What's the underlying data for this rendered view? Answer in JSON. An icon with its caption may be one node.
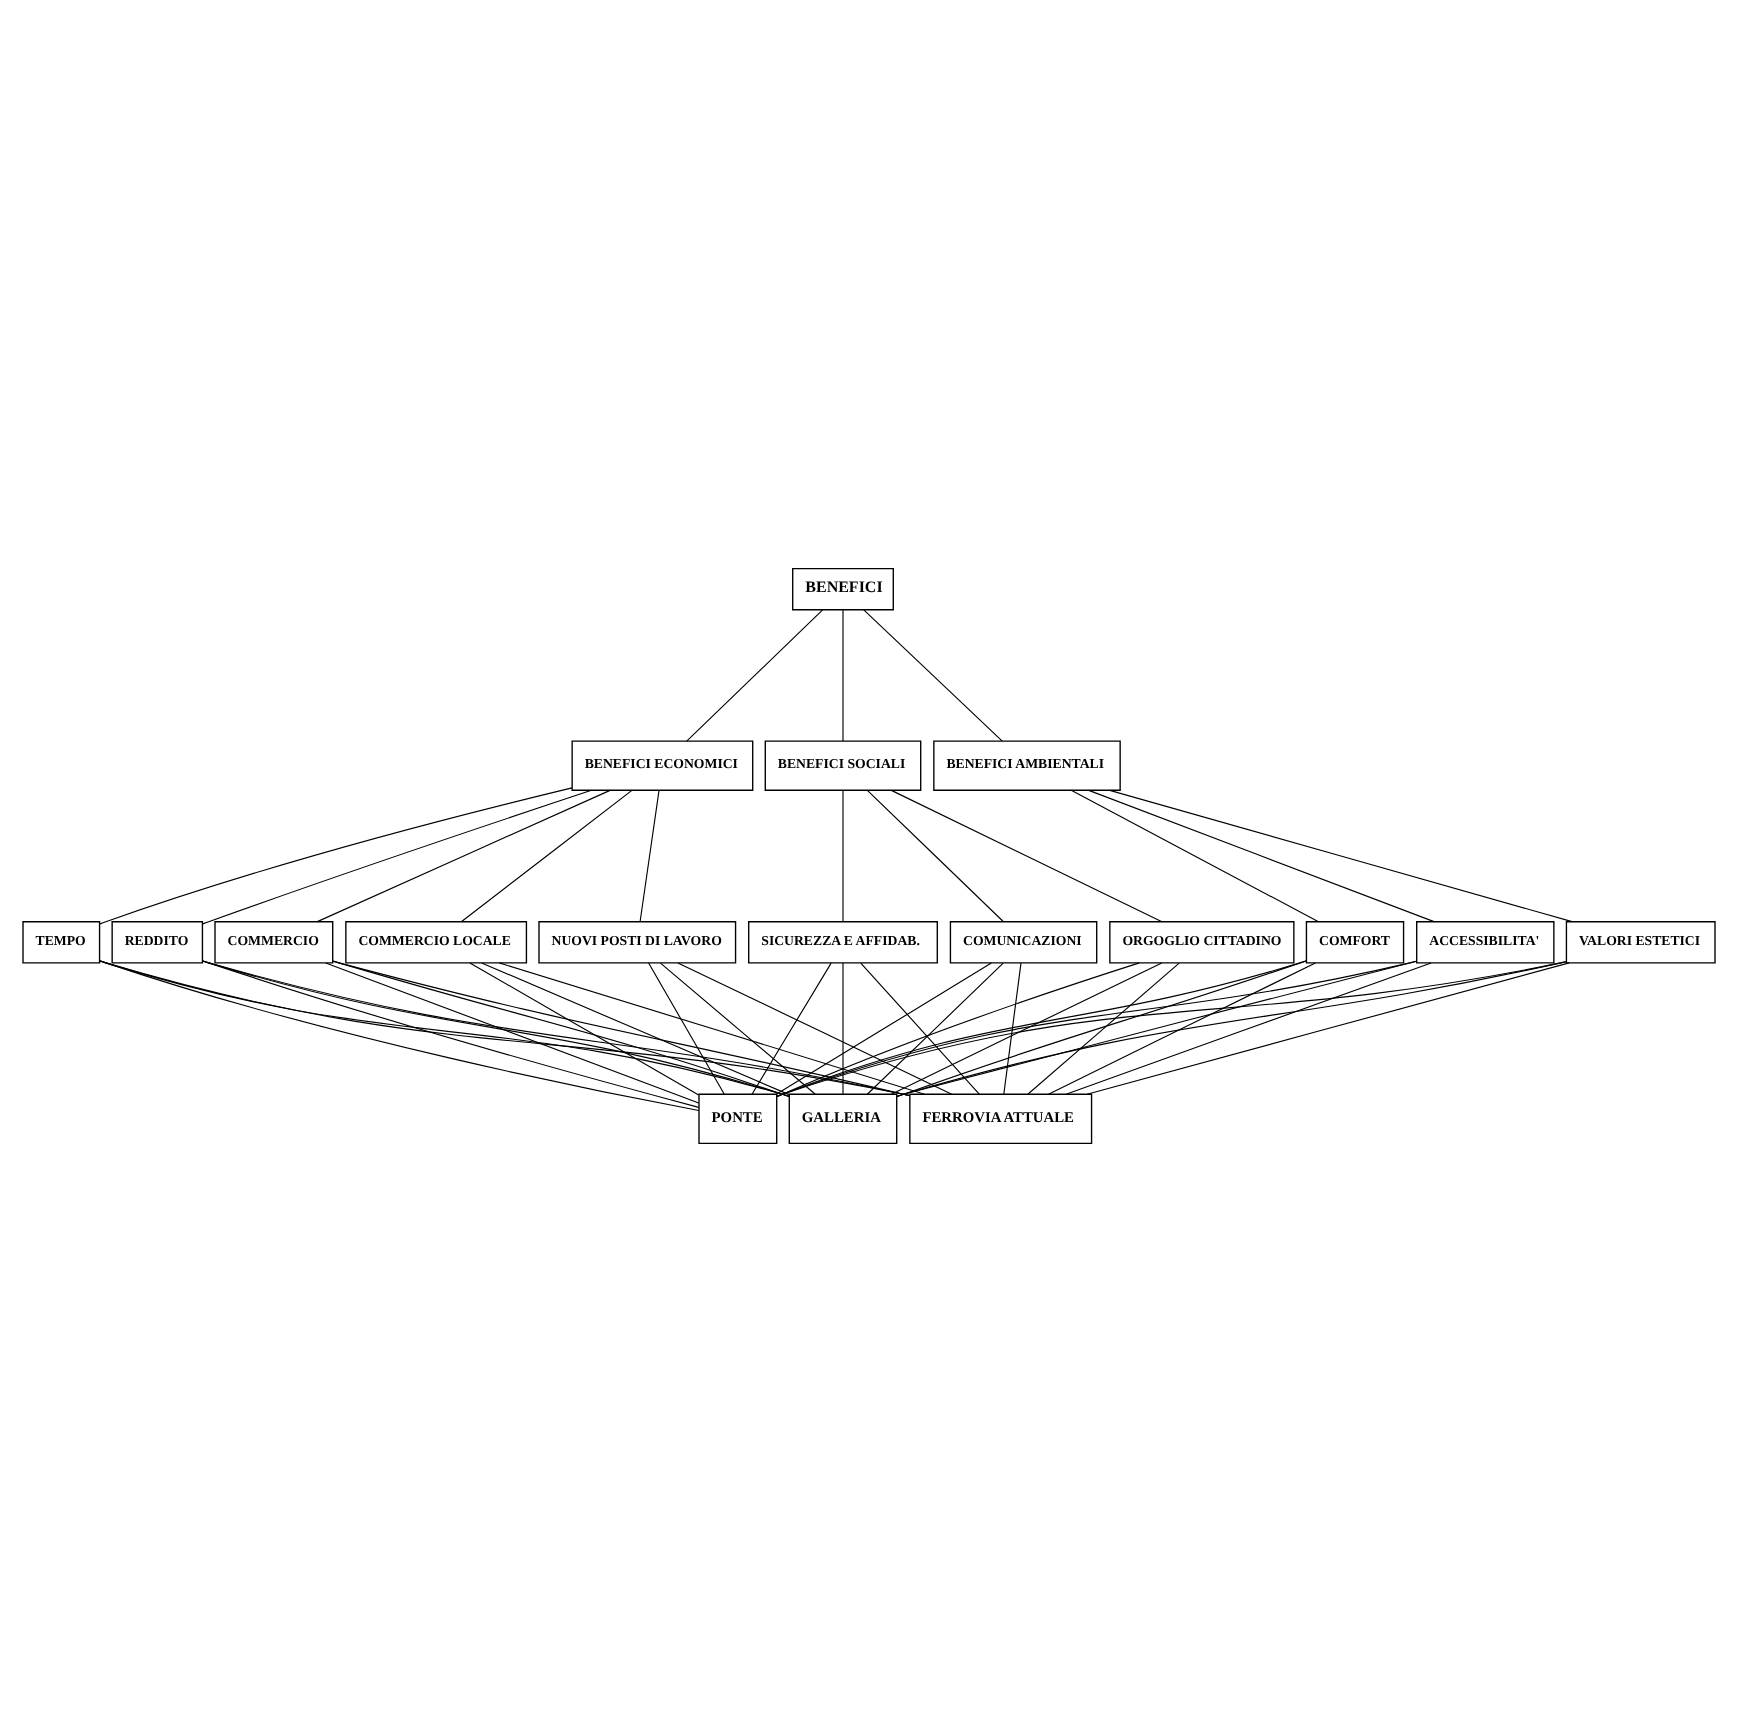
{
  "diagram": {
    "nodes": [
      {
        "text": [
          "BENEFICI"
        ]
      },
      {
        "text": [
          "BENEFICI ECONOMICI"
        ]
      },
      {
        "text": [
          "BENEFICI SOCIALI"
        ]
      },
      {
        "text": [
          "BENEFICI AMBIENTALI"
        ]
      },
      {
        "text": [
          "TEMPO"
        ]
      },
      {
        "text": [
          "REDDITO"
        ]
      },
      {
        "text": [
          "COMMERCIO"
        ]
      },
      {
        "text": [
          "COMMERCIO LOCALE"
        ]
      },
      {
        "text": [
          "NUOVI POSTI DI LAVORO"
        ]
      },
      {
        "text": [
          "SICUREZZA E AFFIDAB."
        ]
      },
      {
        "text": [
          "COMUNICAZIONI"
        ]
      },
      {
        "text": [
          "ORGOGLIO CITTADINO"
        ]
      },
      {
        "text": [
          "COMFORT"
        ]
      },
      {
        "text": [
          "ACCESSIBILITA'"
        ]
      },
      {
        "text": [
          "VALORI ESTETICI"
        ]
      },
      {
        "text": [
          "PONTE"
        ]
      },
      {
        "text": [
          "GALLERIA"
        ]
      },
      {
        "text": [
          "FERROVIA ATTUALE"
        ]
      }
    ],
    "edges": [
      {
        "from": 0,
        "to": 1,
        "arrow": "none"
      },
      {
        "from": 0,
        "to": 2,
        "arrow": "none"
      },
      {
        "from": 0,
        "to": 3,
        "arrow": "none"
      },
      {
        "from": 1,
        "to": 4,
        "arrow": "none"
      },
      {
        "from": 1,
        "to": 5,
        "arrow": "none"
      },
      {
        "from": 1,
        "to": 6,
        "arrow": "none"
      },
      {
        "from": 1,
        "to": 7,
        "arrow": "none"
      },
      {
        "from": 1,
        "to": 8,
        "arrow": "none"
      },
      {
        "from": 2,
        "to": 9,
        "arrow": "none"
      },
      {
        "from": 2,
        "to": 10,
        "arrow": "none"
      },
      {
        "from": 2,
        "to": 11,
        "arrow": "none"
      },
      {
        "from": 3,
        "to": 12,
        "arrow": "none"
      },
      {
        "from": 3,
        "to": 13,
        "arrow": "none"
      },
      {
        "from": 3,
        "to": 14,
        "arrow": "none"
      },
      {
        "from": 4,
        "to": 15,
        "arrow": "none"
      },
      {
        "from": 4,
        "to": 16,
        "arrow": "none"
      },
      {
        "from": 4,
        "to": 17,
        "arrow": "none"
      },
      {
        "from": 5,
        "to": 15,
        "arrow": "none"
      },
      {
        "from": 5,
        "to": 16,
        "arrow": "none"
      },
      {
        "from": 5,
        "to": 17,
        "arrow": "none"
      },
      {
        "from": 6,
        "to": 15,
        "arrow": "none"
      },
      {
        "from": 6,
        "to": 16,
        "arrow": "none"
      },
      {
        "from": 6,
        "to": 17,
        "arrow": "none"
      },
      {
        "from": 7,
        "to": 15,
        "arrow": "none"
      },
      {
        "from": 7,
        "to": 16,
        "arrow": "none"
      },
      {
        "from": 7,
        "to": 17,
        "arrow": "none"
      },
      {
        "from": 8,
        "to": 15,
        "arrow": "none"
      },
      {
        "from": 8,
        "to": 16,
        "arrow": "none"
      },
      {
        "from": 8,
        "to": 17,
        "arrow": "none"
      },
      {
        "from": 9,
        "to": 15,
        "arrow": "none"
      },
      {
        "from": 9,
        "to": 16,
        "arrow": "none"
      },
      {
        "from": 9,
        "to": 17,
        "arrow": "none"
      },
      {
        "from": 10,
        "to": 15,
        "arrow": "none"
      },
      {
        "from": 10,
        "to": 16,
        "arrow": "none"
      },
      {
        "from": 10,
        "to": 17,
        "arrow": "none"
      },
      {
        "from": 11,
        "to": 15,
        "arrow": "none"
      },
      {
        "from": 11,
        "to": 16,
        "arrow": "none"
      },
      {
        "from": 11,
        "to": 17,
        "arrow": "none"
      },
      {
        "from": 12,
        "to": 15,
        "arrow": "none"
      },
      {
        "from": 12,
        "to": 16,
        "arrow": "none"
      },
      {
        "from": 12,
        "to": 17,
        "arrow": "none"
      },
      {
        "from": 13,
        "to": 15,
        "arrow": "none"
      },
      {
        "from": 13,
        "to": 16,
        "arrow": "none"
      },
      {
        "from": 13,
        "to": 17,
        "arrow": "none"
      },
      {
        "from": 14,
        "to": 15,
        "arrow": "none"
      },
      {
        "from": 14,
        "to": 16,
        "arrow": "none"
      },
      {
        "from": 14,
        "to": 17,
        "arrow": "none"
      }
    ]
  }
}
